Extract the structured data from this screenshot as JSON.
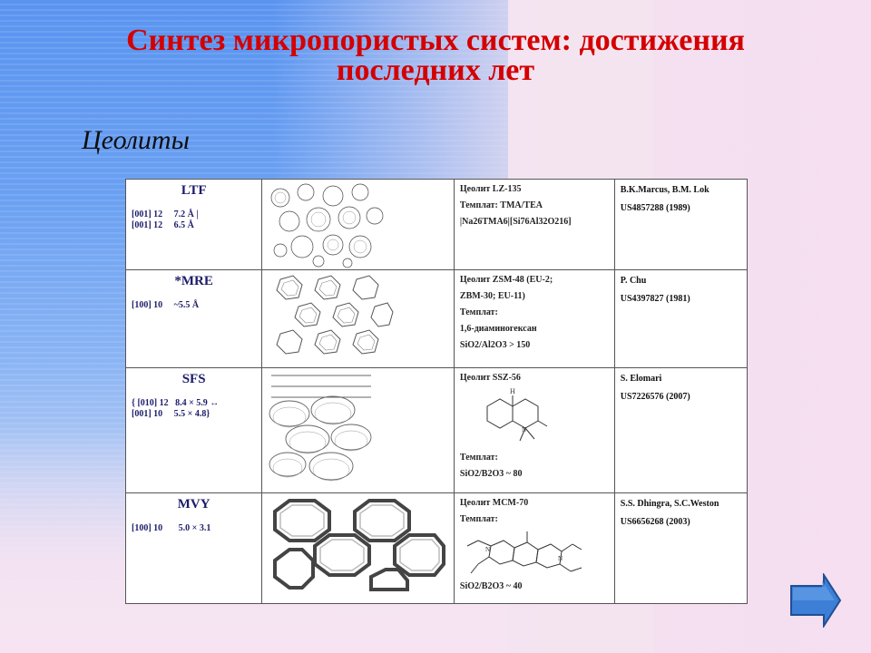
{
  "title_line1": "Синтез микропористых систем: достижения",
  "title_line2": "последних лет",
  "subtitle": "Цеолиты",
  "rows": [
    {
      "code": "LTF",
      "pore_lines": [
        "[001] 12     7.2 Å |",
        "[001] 12     6.5 Å"
      ],
      "zeolite": "Цеолит LZ-135",
      "template": "Темплат: TMA/TEA",
      "composition": "|Na26TMA6|[Si76Al32O216]",
      "authors": "B.K.Marcus, B.M. Lok",
      "patent": "US4857288 (1989)"
    },
    {
      "code": "*MRE",
      "pore_lines": [
        "[100] 10     ~5.5 Å"
      ],
      "zeolite": "Цеолит ZSM-48 (EU-2;",
      "zeolite2": "ZBM-30; EU-11)",
      "template": "Темплат:",
      "template2": "1,6-диаминогексан",
      "ratio": "SiO2/Al2O3 > 150",
      "authors": "P. Chu",
      "patent": "US4397827 (1981)"
    },
    {
      "code": "SFS",
      "pore_lines": [
        "{ [010] 12   8.4 × 5.9 ↔",
        "[001] 10     5.5 × 4.8}"
      ],
      "zeolite": "Цеолит SSZ-56",
      "template": "Темплат:",
      "ratio": "SiO2/B2O3 ~ 80",
      "authors": "S. Elomari",
      "patent": "US7226576 (2007)"
    },
    {
      "code": "MVY",
      "pore_lines": [
        "[100] 10       5.0 × 3.1"
      ],
      "zeolite": "Цеолит MCM-70",
      "template": "Темплат:",
      "ratio": "SiO2/B2O3 ~ 40",
      "authors": "S.S. Dhingra, S.C.Weston",
      "patent": "US6656268 (2003)"
    }
  ],
  "colors": {
    "title": "#d40000",
    "arrow": "#3d7fd6"
  },
  "icons": {
    "nav": "right-arrow-icon"
  }
}
